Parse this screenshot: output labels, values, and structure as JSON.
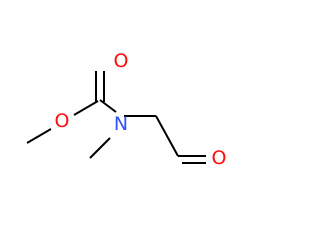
{
  "diagram": {
    "type": "skeletal-structure",
    "atoms": {
      "ester_oxygen": "O",
      "carbonyl_oxygen": "O",
      "nitrogen": "N",
      "aldehyde_oxygen": "O"
    },
    "colors": {
      "oxygen": "#ff0d0d",
      "nitrogen": "#3050f8",
      "bond": "#000000",
      "background": "#ffffff"
    }
  }
}
